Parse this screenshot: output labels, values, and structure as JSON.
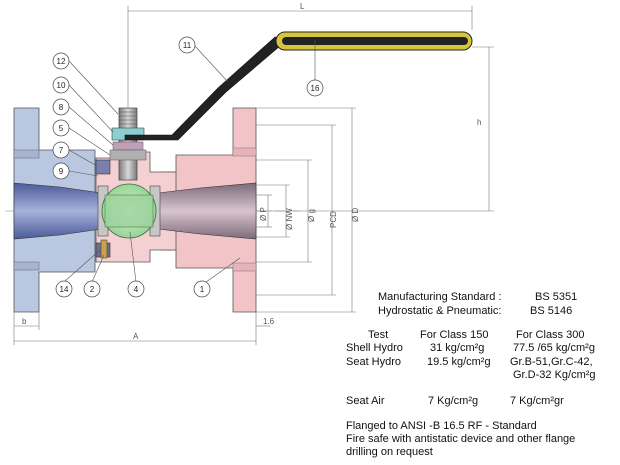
{
  "dimensions": {
    "L": "L",
    "h": "h",
    "A": "A",
    "b": "b",
    "flange_gap": "1.6",
    "P": "Ø P",
    "NW": "Ø NW",
    "g": "Ø g",
    "PCD": "PCD",
    "D": "Ø D"
  },
  "callouts": [
    "12",
    "10",
    "8",
    "5",
    "7",
    "9",
    "11",
    "16",
    "14",
    "2",
    "4",
    "1"
  ],
  "standards": {
    "manufacturing_label": "Manufacturing Standard :",
    "manufacturing_value": "BS 5351",
    "hydro_label": "Hydrostatic & Pneumatic:",
    "hydro_value": "BS 5146"
  },
  "test_table": {
    "headers": [
      "Test",
      "For Class 150",
      "For Class 300"
    ],
    "rows": [
      [
        "Shell Hydro",
        "31 kg/cm²g",
        "77.5 /65  kg/cm²g"
      ],
      [
        "Seat Hydro",
        "19.5 kg/cm²g",
        "Gr.B-51,Gr.C-42,"
      ],
      [
        "",
        "",
        "Gr.D-32 Kg/cm²g"
      ],
      [
        "Seat Air",
        "7 Kg/cm²g",
        "7 Kg/cm²gr"
      ]
    ]
  },
  "notes": [
    "Flanged to ANSI -B 16.5 RF - Standard",
    "Fire safe with antistatic device and other flange",
    "drilling on request"
  ],
  "colors": {
    "body_pink": "#f2c4c8",
    "flange_blue": "#b9c7e0",
    "bore_blue": "#6f7fb8",
    "ball_green": "#a6dca6",
    "stem_gray": "#9a9a9a",
    "handle_yellow": "#d8c63a"
  }
}
